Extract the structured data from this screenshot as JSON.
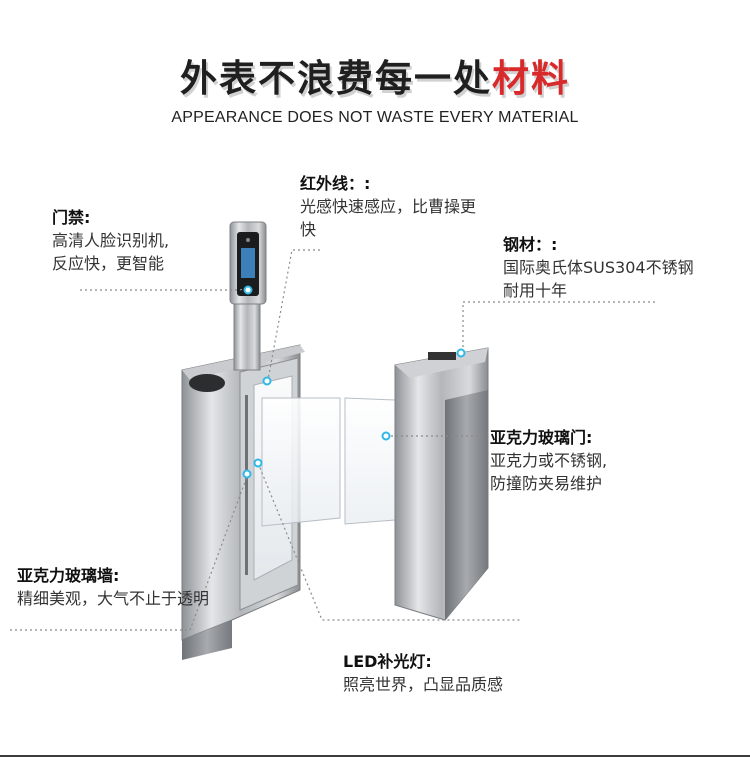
{
  "header": {
    "title_main": "外表不浪费每一处",
    "title_accent": "材料",
    "subtitle": "APPEARANCE DOES NOT WASTE EVERY MATERIAL"
  },
  "callouts": {
    "access": {
      "head": "门禁:",
      "line1": "高清人脸识别机,",
      "line2": "反应快，更智能"
    },
    "infrared": {
      "head": "红外线：:",
      "line1": "光感快速感应，比曹操更",
      "line2": "快"
    },
    "steel": {
      "head": "钢材：:",
      "line1": "国际奥氏体SUS304不锈钢",
      "line2": "耐用十年"
    },
    "acrylic_door": {
      "head": "亚克力玻璃门:",
      "line1": "亚克力或不锈钢,",
      "line2": "防撞防夹易维护"
    },
    "acrylic_wall": {
      "head": "亚克力玻璃墙:",
      "line1": "精细美观，大气不止于透明"
    },
    "led": {
      "head": "LED补光灯:",
      "line1": "照亮世界，凸显品质感"
    }
  },
  "colors": {
    "accent": "#d8292b",
    "marker": "#2fb8e6",
    "steel": "#b9bcc0"
  }
}
